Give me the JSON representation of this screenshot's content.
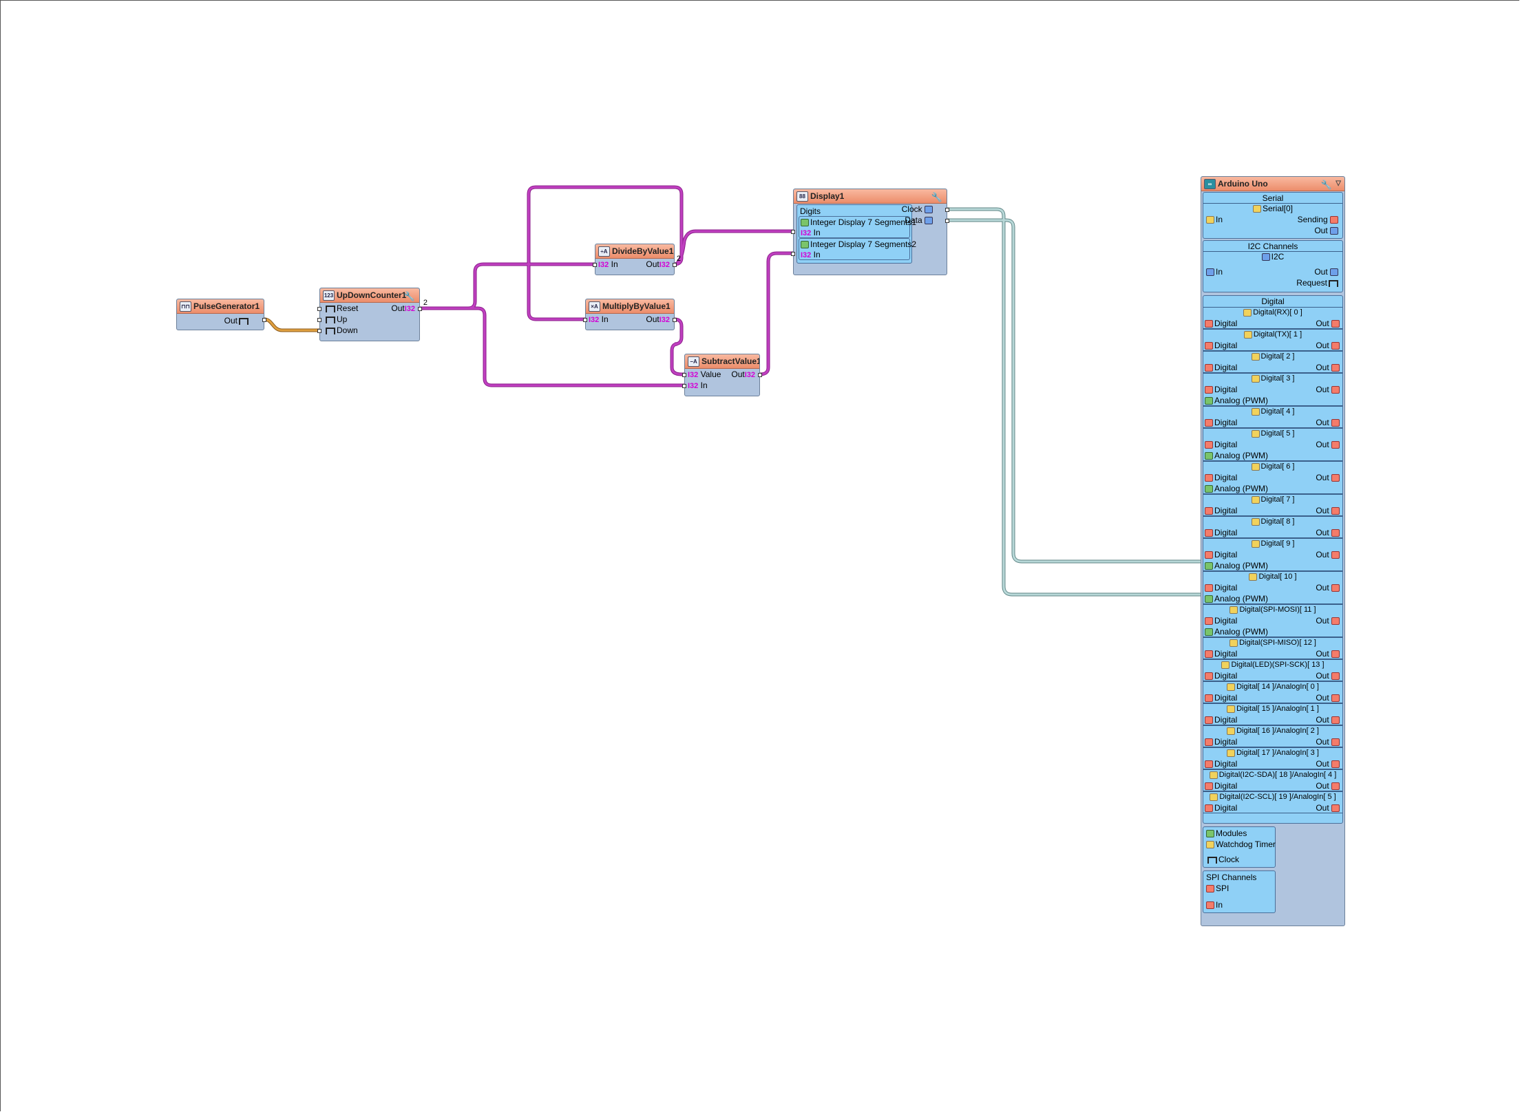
{
  "nodes": {
    "pulse": {
      "title": "PulseGenerator1",
      "out": "Out"
    },
    "counter": {
      "title": "UpDownCounter1",
      "reset": "Reset",
      "up": "Up",
      "down": "Down",
      "out": "Out",
      "out_type": "I32",
      "out_value": "2"
    },
    "divide": {
      "title": "DivideByValue1",
      "in": "In",
      "in_type": "I32",
      "out": "Out",
      "out_type": "I32",
      "out_value": "2"
    },
    "multiply": {
      "title": "MultiplyByValue1",
      "in": "In",
      "in_type": "I32",
      "out": "Out",
      "out_type": "I32"
    },
    "subtract": {
      "title": "SubtractValue1",
      "value": "Value",
      "in": "In",
      "type": "I32",
      "out": "Out"
    },
    "display": {
      "title": "Display1",
      "digits": "Digits",
      "clock": "Clock",
      "data": "Data",
      "seg1": "Integer Display 7 Segments1",
      "seg2": "Integer Display 7 Segments2",
      "in": "In",
      "in_type": "I32"
    }
  },
  "arduino": {
    "title": "Arduino Uno",
    "serial": {
      "section": "Serial",
      "name": "Serial[0]",
      "in": "In",
      "sending": "Sending",
      "out": "Out"
    },
    "i2c": {
      "section": "I2C Channels",
      "name": "I2C",
      "in": "In",
      "out": "Out",
      "request": "Request"
    },
    "digital_section": "Digital",
    "channels": [
      {
        "name": "Digital(RX)[ 0 ]",
        "digital": "Digital",
        "out": "Out"
      },
      {
        "name": "Digital(TX)[ 1 ]",
        "digital": "Digital",
        "out": "Out"
      },
      {
        "name": "Digital[ 2 ]",
        "digital": "Digital",
        "out": "Out"
      },
      {
        "name": "Digital[ 3 ]",
        "digital": "Digital",
        "out": "Out",
        "analog": "Analog (PWM)"
      },
      {
        "name": "Digital[ 4 ]",
        "digital": "Digital",
        "out": "Out"
      },
      {
        "name": "Digital[ 5 ]",
        "digital": "Digital",
        "out": "Out",
        "analog": "Analog (PWM)"
      },
      {
        "name": "Digital[ 6 ]",
        "digital": "Digital",
        "out": "Out",
        "analog": "Analog (PWM)"
      },
      {
        "name": "Digital[ 7 ]",
        "digital": "Digital",
        "out": "Out"
      },
      {
        "name": "Digital[ 8 ]",
        "digital": "Digital",
        "out": "Out"
      },
      {
        "name": "Digital[ 9 ]",
        "digital": "Digital",
        "out": "Out",
        "analog": "Analog (PWM)"
      },
      {
        "name": "Digital[ 10 ]",
        "digital": "Digital",
        "out": "Out",
        "analog": "Analog (PWM)"
      },
      {
        "name": "Digital(SPI-MOSI)[ 11 ]",
        "digital": "Digital",
        "out": "Out",
        "analog": "Analog (PWM)"
      },
      {
        "name": "Digital(SPI-MISO)[ 12 ]",
        "digital": "Digital",
        "out": "Out"
      },
      {
        "name": "Digital(LED)(SPI-SCK)[ 13 ]",
        "digital": "Digital",
        "out": "Out"
      },
      {
        "name": "Digital[ 14 ]/AnalogIn[ 0 ]",
        "digital": "Digital",
        "out": "Out"
      },
      {
        "name": "Digital[ 15 ]/AnalogIn[ 1 ]",
        "digital": "Digital",
        "out": "Out"
      },
      {
        "name": "Digital[ 16 ]/AnalogIn[ 2 ]",
        "digital": "Digital",
        "out": "Out"
      },
      {
        "name": "Digital[ 17 ]/AnalogIn[ 3 ]",
        "digital": "Digital",
        "out": "Out"
      },
      {
        "name": "Digital(I2C-SDA)[ 18 ]/AnalogIn[ 4 ]",
        "digital": "Digital",
        "out": "Out"
      },
      {
        "name": "Digital(I2C-SCL)[ 19 ]/AnalogIn[ 5 ]",
        "digital": "Digital",
        "out": "Out"
      }
    ],
    "modules": {
      "section": "Modules",
      "watchdog": "Watchdog Timer",
      "clock": "Clock"
    },
    "spi": {
      "section": "SPI Channels",
      "name": "SPI",
      "in": "In"
    }
  },
  "colors": {
    "int_wire": "#b030b0",
    "clock_wire": "#c08a30",
    "digital_wire": "#8fb3b3",
    "node_body": "#b0c4de",
    "node_header": "#ec8d6b",
    "arduino_panel": "#8fd0f6"
  }
}
